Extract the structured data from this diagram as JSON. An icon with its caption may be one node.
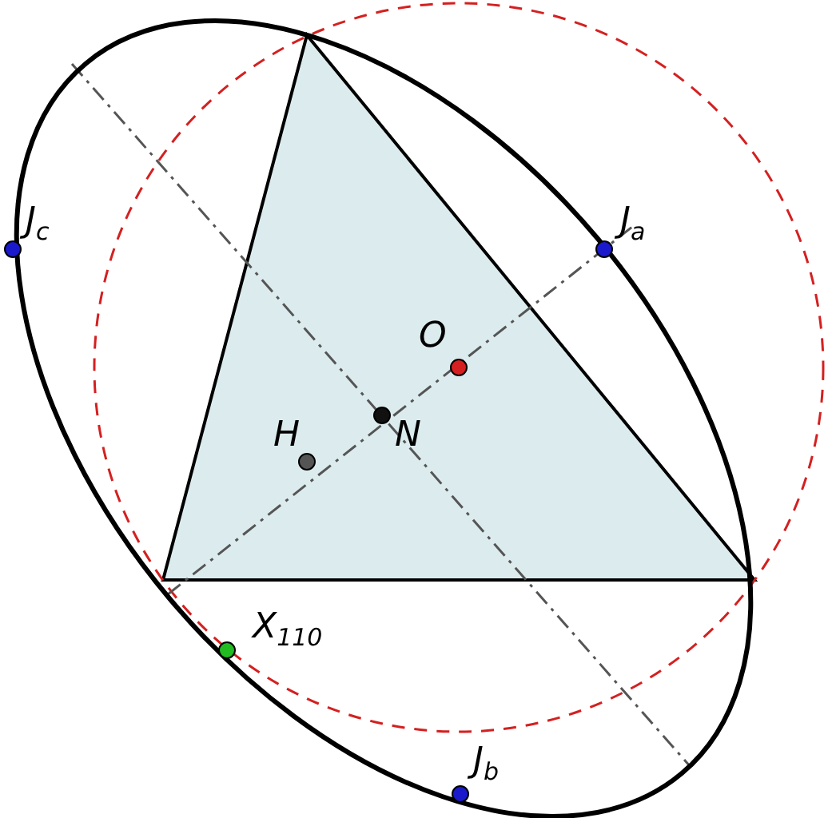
{
  "diagram": {
    "labels": [
      "J$_{c}$",
      "J$_{a}$",
      "O",
      "H",
      "N",
      "X$_{110}$",
      "J$_{b}$"
    ]
  }
}
